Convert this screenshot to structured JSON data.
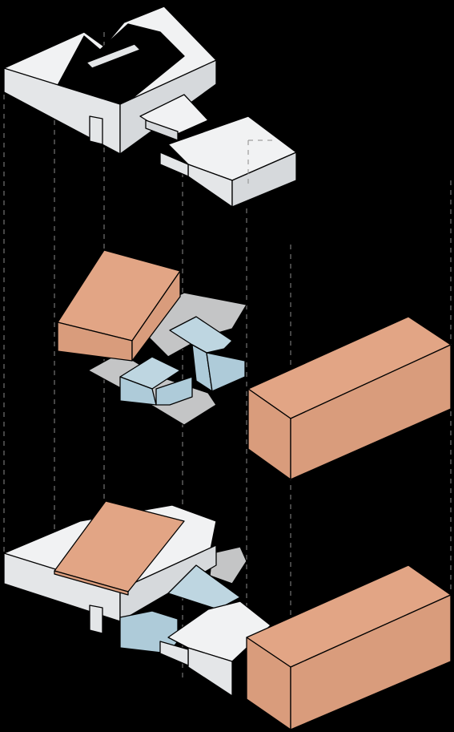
{
  "diagram": {
    "type": "exploded-axonometric",
    "background": "#000000",
    "palette": {
      "white_top": "#f1f2f3",
      "white_side": "#e4e6e8",
      "white_side_dark": "#d6d9dc",
      "terracotta_top": "#e2a585",
      "terracotta_side": "#d99c7c",
      "blue_top": "#bed6e1",
      "blue_side": "#aecbd9",
      "grey": "#c4c5c6",
      "outline": "#000000",
      "guide": "#8a8a8a"
    },
    "layers": [
      {
        "name": "roof-layer",
        "material": "white"
      },
      {
        "name": "program-volumes-layer",
        "materials": [
          "terracotta",
          "blue",
          "grey"
        ]
      },
      {
        "name": "combined-assembly-layer",
        "materials": [
          "white",
          "terracotta",
          "blue",
          "grey"
        ]
      }
    ]
  }
}
